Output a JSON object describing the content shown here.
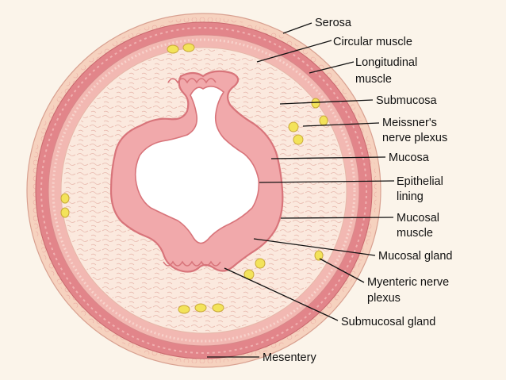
{
  "labels": {
    "serosa": "Serosa",
    "circular_muscle": "Circular muscle",
    "longitudinal_muscle_1": "Longitudinal",
    "longitudinal_muscle_2": "muscle",
    "submucosa": "Submucosa",
    "meissner_1": "Meissner's",
    "meissner_2": "nerve plexus",
    "mucosa": "Mucosa",
    "epithelial_1": "Epithelial",
    "epithelial_2": "lining",
    "mucosal_muscle_1": "Mucosal",
    "mucosal_muscle_2": "muscle",
    "mucosal_gland": "Mucosal gland",
    "myenteric_1": "Myenteric nerve",
    "myenteric_2": "plexus",
    "submucosal_gland": "Submucosal gland",
    "mesentery": "Mesentery"
  },
  "colors": {
    "background": "#fbf4ea",
    "serosa_layer": "#f6d2bf",
    "muscle_layer": "#e99a92",
    "submucosa": "#fbe9de",
    "mucosa": "#f1a9ab",
    "epithelium_edge": "#d8747a",
    "nerve_plexus": "#f3e35a"
  }
}
